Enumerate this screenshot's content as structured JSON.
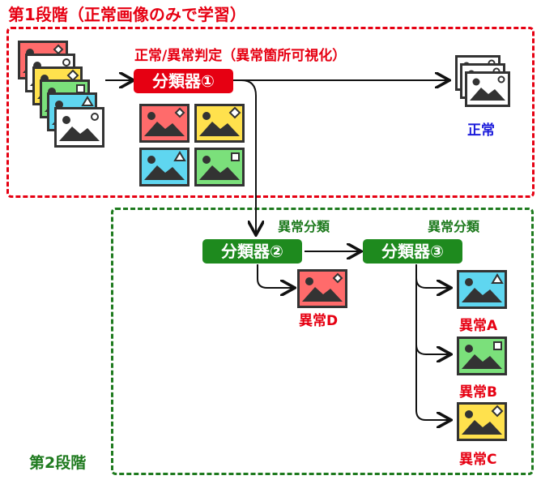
{
  "stage1": {
    "title": "第1段階（正常画像のみで学習）",
    "heading": "正常/異常判定（異常箇所可視化）",
    "classifier1": "分類器①",
    "normal_label": "正常"
  },
  "stage2": {
    "title": "第2段階",
    "classify_label_1": "異常分類",
    "classify_label_2": "異常分類",
    "classifier2": "分類器②",
    "classifier3": "分類器③",
    "anomaly_d": "異常D",
    "anomaly_a": "異常A",
    "anomaly_b": "異常B",
    "anomaly_c": "異常C"
  },
  "colors": {
    "red": "#e60012",
    "green": "#1e8a1e",
    "blue": "#1a1adb",
    "img_red": "#ff6b6b",
    "img_orange": "#ffb36b",
    "img_yellow": "#ffe14d",
    "img_green": "#7be07b",
    "img_cyan": "#5fd6f0",
    "img_white": "#ffffff"
  }
}
